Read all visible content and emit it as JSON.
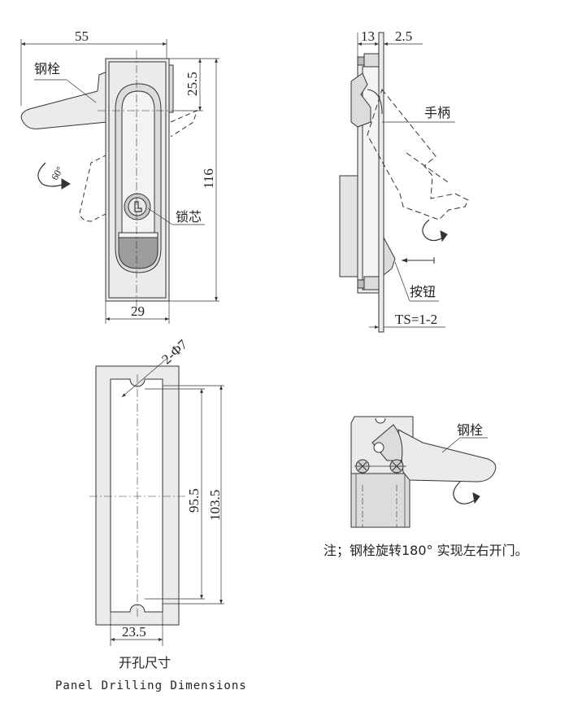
{
  "front_view": {
    "dim_width_top": "55",
    "dim_height_total": "116",
    "dim_height_top": "25.5",
    "dim_width_body": "29",
    "label_bolt": "钢栓",
    "label_lock_core": "锁芯",
    "rotation_angle": "60°"
  },
  "side_view": {
    "dim_13": "13",
    "dim_2_5": "2.5",
    "label_handle": "手柄",
    "label_button": "按钮",
    "dim_ts": "TS=1-2"
  },
  "cutout_view": {
    "dim_holes": "2-Φ7",
    "dim_inner_height": "95.5",
    "dim_outer_height": "103.5",
    "dim_width": "23.5",
    "caption_cn": "开孔尺寸",
    "caption_en": "Panel Drilling Dimensions"
  },
  "bolt_view": {
    "label_bolt": "钢栓",
    "note": "注；钢栓旋转180° 实现左右开门。"
  },
  "colors": {
    "line": "#333333",
    "fill_light": "#ebebeb",
    "fill_mid": "#dcdcdc",
    "fill_dark": "#b8b8b8"
  }
}
